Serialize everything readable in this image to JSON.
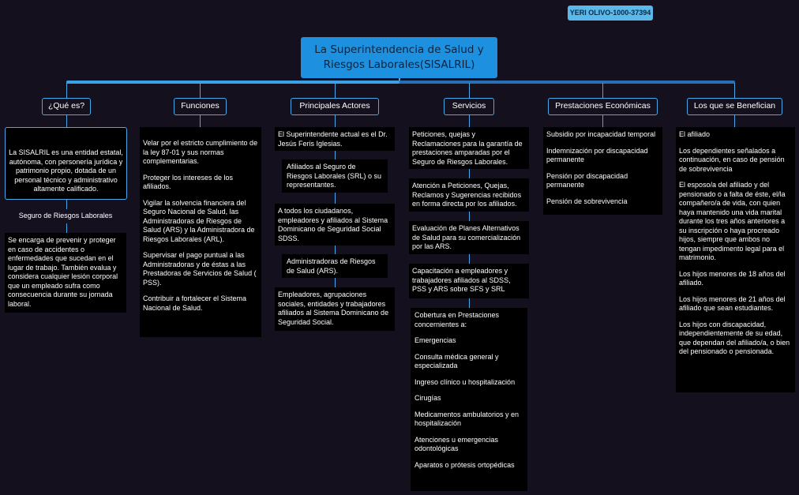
{
  "author": "YERI OLIVO-1000-37394",
  "central": "La Superintendencia de Salud y Riesgos Laborales(SISALRIL)",
  "topics": {
    "que_es": "¿Qué es?",
    "funciones": "Funciones",
    "actores": "Principales Actores",
    "servicios": "Servicios",
    "prestaciones": "Prestaciones Económicas",
    "beneficiarios": "Los que se Benefician"
  },
  "que_es": {
    "definicion": "La SISALRIL es una entidad estatal, autónoma, con personería jurídica y patrimonio propio, dotada de un personal técnico y administrativo altamente calificado.",
    "seguro_label": "Seguro de Riesgos Laborales",
    "seguro_text": "Se encarga de prevenir y proteger en caso de accidentes o enfermedades que sucedan en el lugar de trabajo. También evalua y considera cualquier lesión corporal que un empleado sufra como consecuencia durante su jornada laboral."
  },
  "funciones": [
    "Velar por el estricto cumplimiento de la ley 87-01 y sus normas complementarias.",
    "Proteger los intereses de los afiliados.",
    "Vigilar la solvencia financiera del Seguro Nacional de Salud, las Administradoras de Riesgos de Salud (ARS) y la Administradora de Riesgos Laborales (ARL).",
    "Supervisar el pago puntual a las Administradoras y de éstas a las Prestadoras de Servicios de Salud ( PSS).",
    "Contribuir a fortalecer el Sistema Nacional de Salud."
  ],
  "actores": {
    "a1": "El Superintendente actual es el Dr. Jesús Feris Iglesias.",
    "a1_sub": "Afiliados al Seguro de Riesgos Laborales (SRL) o su representantes.",
    "a2": "A todos los ciudadanos, empleadores y afiliados al Sistema Dominicano de Seguridad Social SDSS.",
    "a2_sub": "Administradoras de Riesgos de Salud (ARS).",
    "a3": "Empleadores, agrupaciones sociales, entidades y trabajadores afiliados al Sistema Dominicano de Seguridad Social."
  },
  "servicios": {
    "s1": "Peticiones, quejas y Reclamaciones para la garantía de prestaciones amparadas por el Seguro de Riesgos Laborales.",
    "s2": "Atención a Peticiones, Quejas, Reclamos y Sugerencias recibidos en forma directa por los afiliados.",
    "s3": "Evaluación de Planes Alternativos de Salud para su comercialización por las ARS.",
    "s4": "Capacitación a empleadores y trabajadores afiliados al SDSS, PSS y ARS sobre SFS y SRL",
    "cobertura": [
      "Cobertura en Prestaciones concernientes a:",
      "Emergencias",
      "Consulta médica general y especializada",
      "Ingreso clínico u hospitalización",
      "Cirugías",
      "Medicamentos ambulatorios y en hospitalización",
      "Atenciones u emergencias odontológicas",
      "Aparatos o prótesis ortopédicas"
    ]
  },
  "prestaciones": [
    "Subsidio por incapacidad temporal",
    "Indemnización por discapacidad permanente",
    "Pensión por discapacidad permanente",
    "Pensión de sobrevivencia"
  ],
  "beneficiarios": [
    "El afiliado",
    "Los dependientes señalados a continuación, en caso de pensión de sobrevivencia",
    "El esposo/a del afiliado y del pensionado o a falta de éste, el/la compañero/a de vida, con quien haya mantenido una vida marital durante los tres años anteriores a su inscripción o haya procreado hijos, siempre que ambos no tengan impedimento legal para el matrimonio.",
    "Los hijos menores de 18 años del afiliado.",
    "Los hijos menores de 21 años del afiliado que sean estudiantes.",
    "Los hijos con discapacidad, independientemente de su edad, que dependan del afiliado/a, o bien del pensionado o pensionada."
  ]
}
